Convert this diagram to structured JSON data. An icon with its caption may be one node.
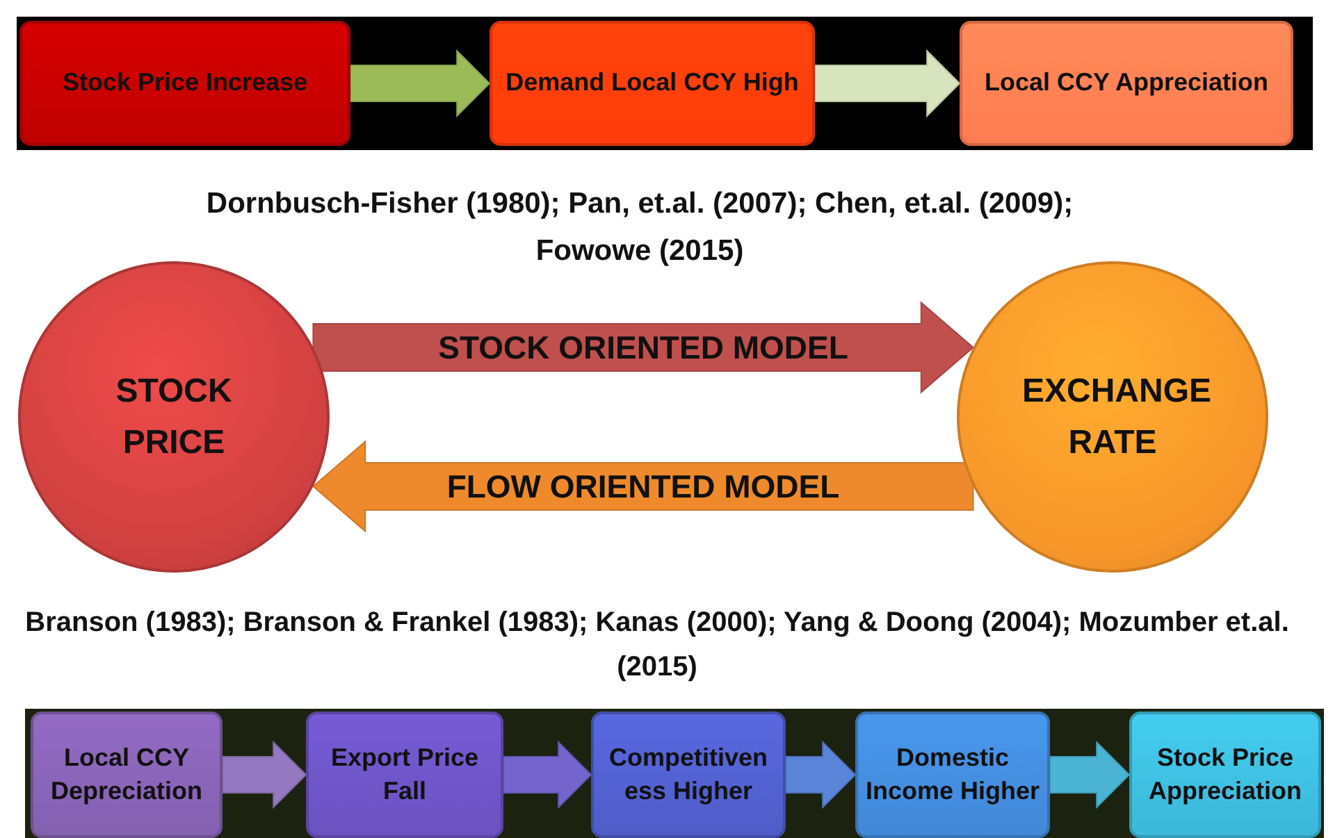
{
  "diagram": {
    "nodes": [
      {
        "text": [
          "Stock Price Increase"
        ]
      },
      {
        "text": [
          "Demand Local CCY High"
        ]
      },
      {
        "text": [
          "Local CCY Appreciation"
        ]
      },
      {
        "text": [
          "STOCK PRICE"
        ]
      },
      {
        "text": [
          "EXCHANGE RATE"
        ]
      },
      {
        "text": [
          "Local CCY Depreciation"
        ]
      },
      {
        "text": [
          "Export Price Fall"
        ]
      },
      {
        "text": [
          "Competitiven ess Higher"
        ]
      },
      {
        "text": [
          "Domestic Income Higher"
        ]
      },
      {
        "text": [
          "Stock Price Appreciation"
        ]
      }
    ],
    "edges": [
      {
        "from": 0,
        "to": 1,
        "arrow": "to",
        "style": "thick",
        "color": "#9bbb59"
      },
      {
        "from": 1,
        "to": 2,
        "arrow": "to",
        "style": "thick",
        "color": "#d7e4bd"
      },
      {
        "from": 3,
        "to": 4,
        "arrow": "to",
        "label": "STOCK ORIENTED MODEL",
        "style": "thick",
        "color": "#c0504d"
      },
      {
        "from": 4,
        "to": 3,
        "arrow": "to",
        "label": "FLOW ORIENTED MODEL",
        "style": "thick",
        "color": "#ee8a2c"
      },
      {
        "from": 5,
        "to": 6,
        "arrow": "to",
        "style": "thick",
        "color": "#9478c0"
      },
      {
        "from": 6,
        "to": 7,
        "arrow": "to",
        "style": "thick",
        "color": "#7464cc"
      },
      {
        "from": 7,
        "to": 8,
        "arrow": "to",
        "style": "thick",
        "color": "#5a84d8"
      },
      {
        "from": 8,
        "to": 9,
        "arrow": "to",
        "style": "thick",
        "color": "#4bb4d4"
      }
    ],
    "labels": [
      "Dornbusch-Fisher (1980); Pan, et.al. (2007); Chen, et.al. (2009); Fowowe (2015)",
      "Branson (1983); Branson & Frankel (1983); Kanas (2000); Yang & Doong (2004); Mozumber et.al. (2015)"
    ]
  }
}
